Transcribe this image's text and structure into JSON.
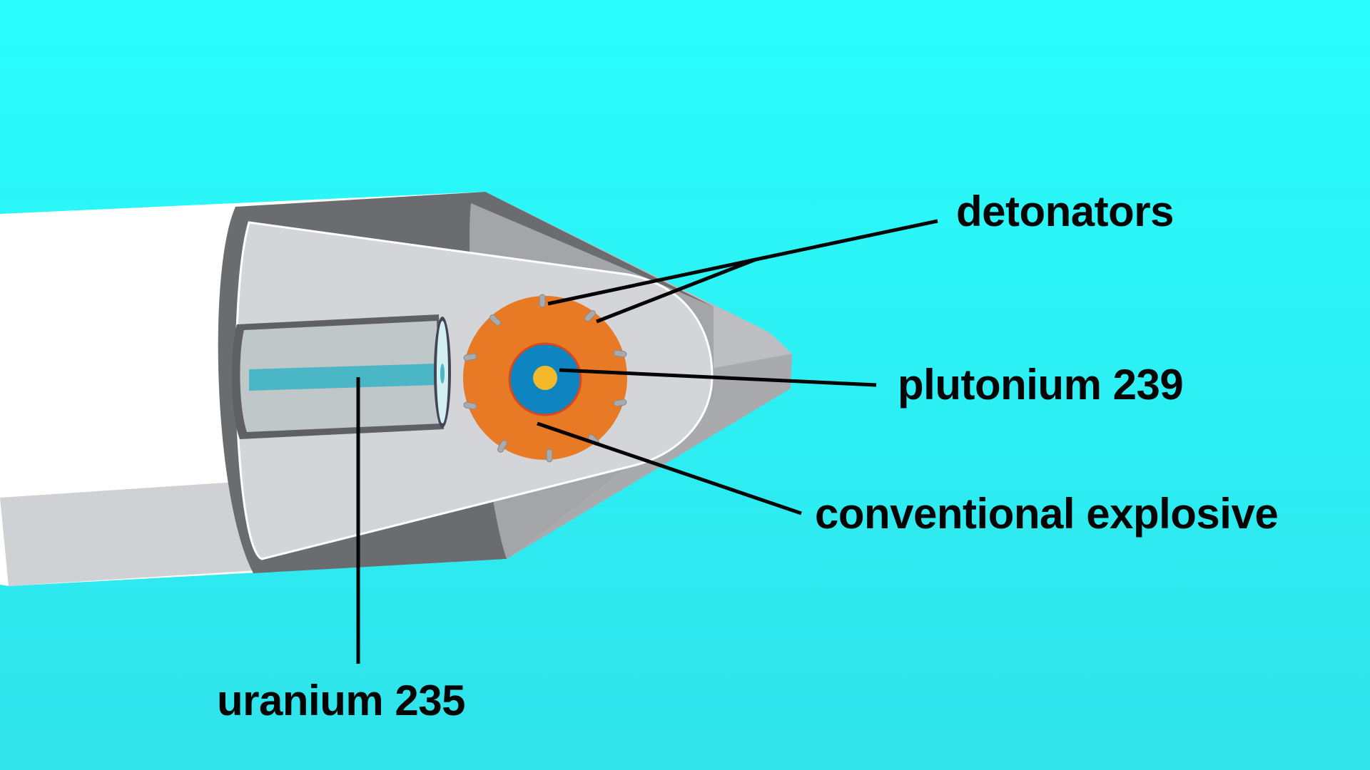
{
  "labels": {
    "detonators": "detonators",
    "plutonium": "plutonium 239",
    "explosive": "conventional explosive",
    "uranium": "uranium 235"
  },
  "colors": {
    "background": "#2cf0f4",
    "explosive": "#e87a25",
    "plutonium": "#0e84c0",
    "core": "#f2b92a",
    "rod": "#4bb6c6"
  }
}
